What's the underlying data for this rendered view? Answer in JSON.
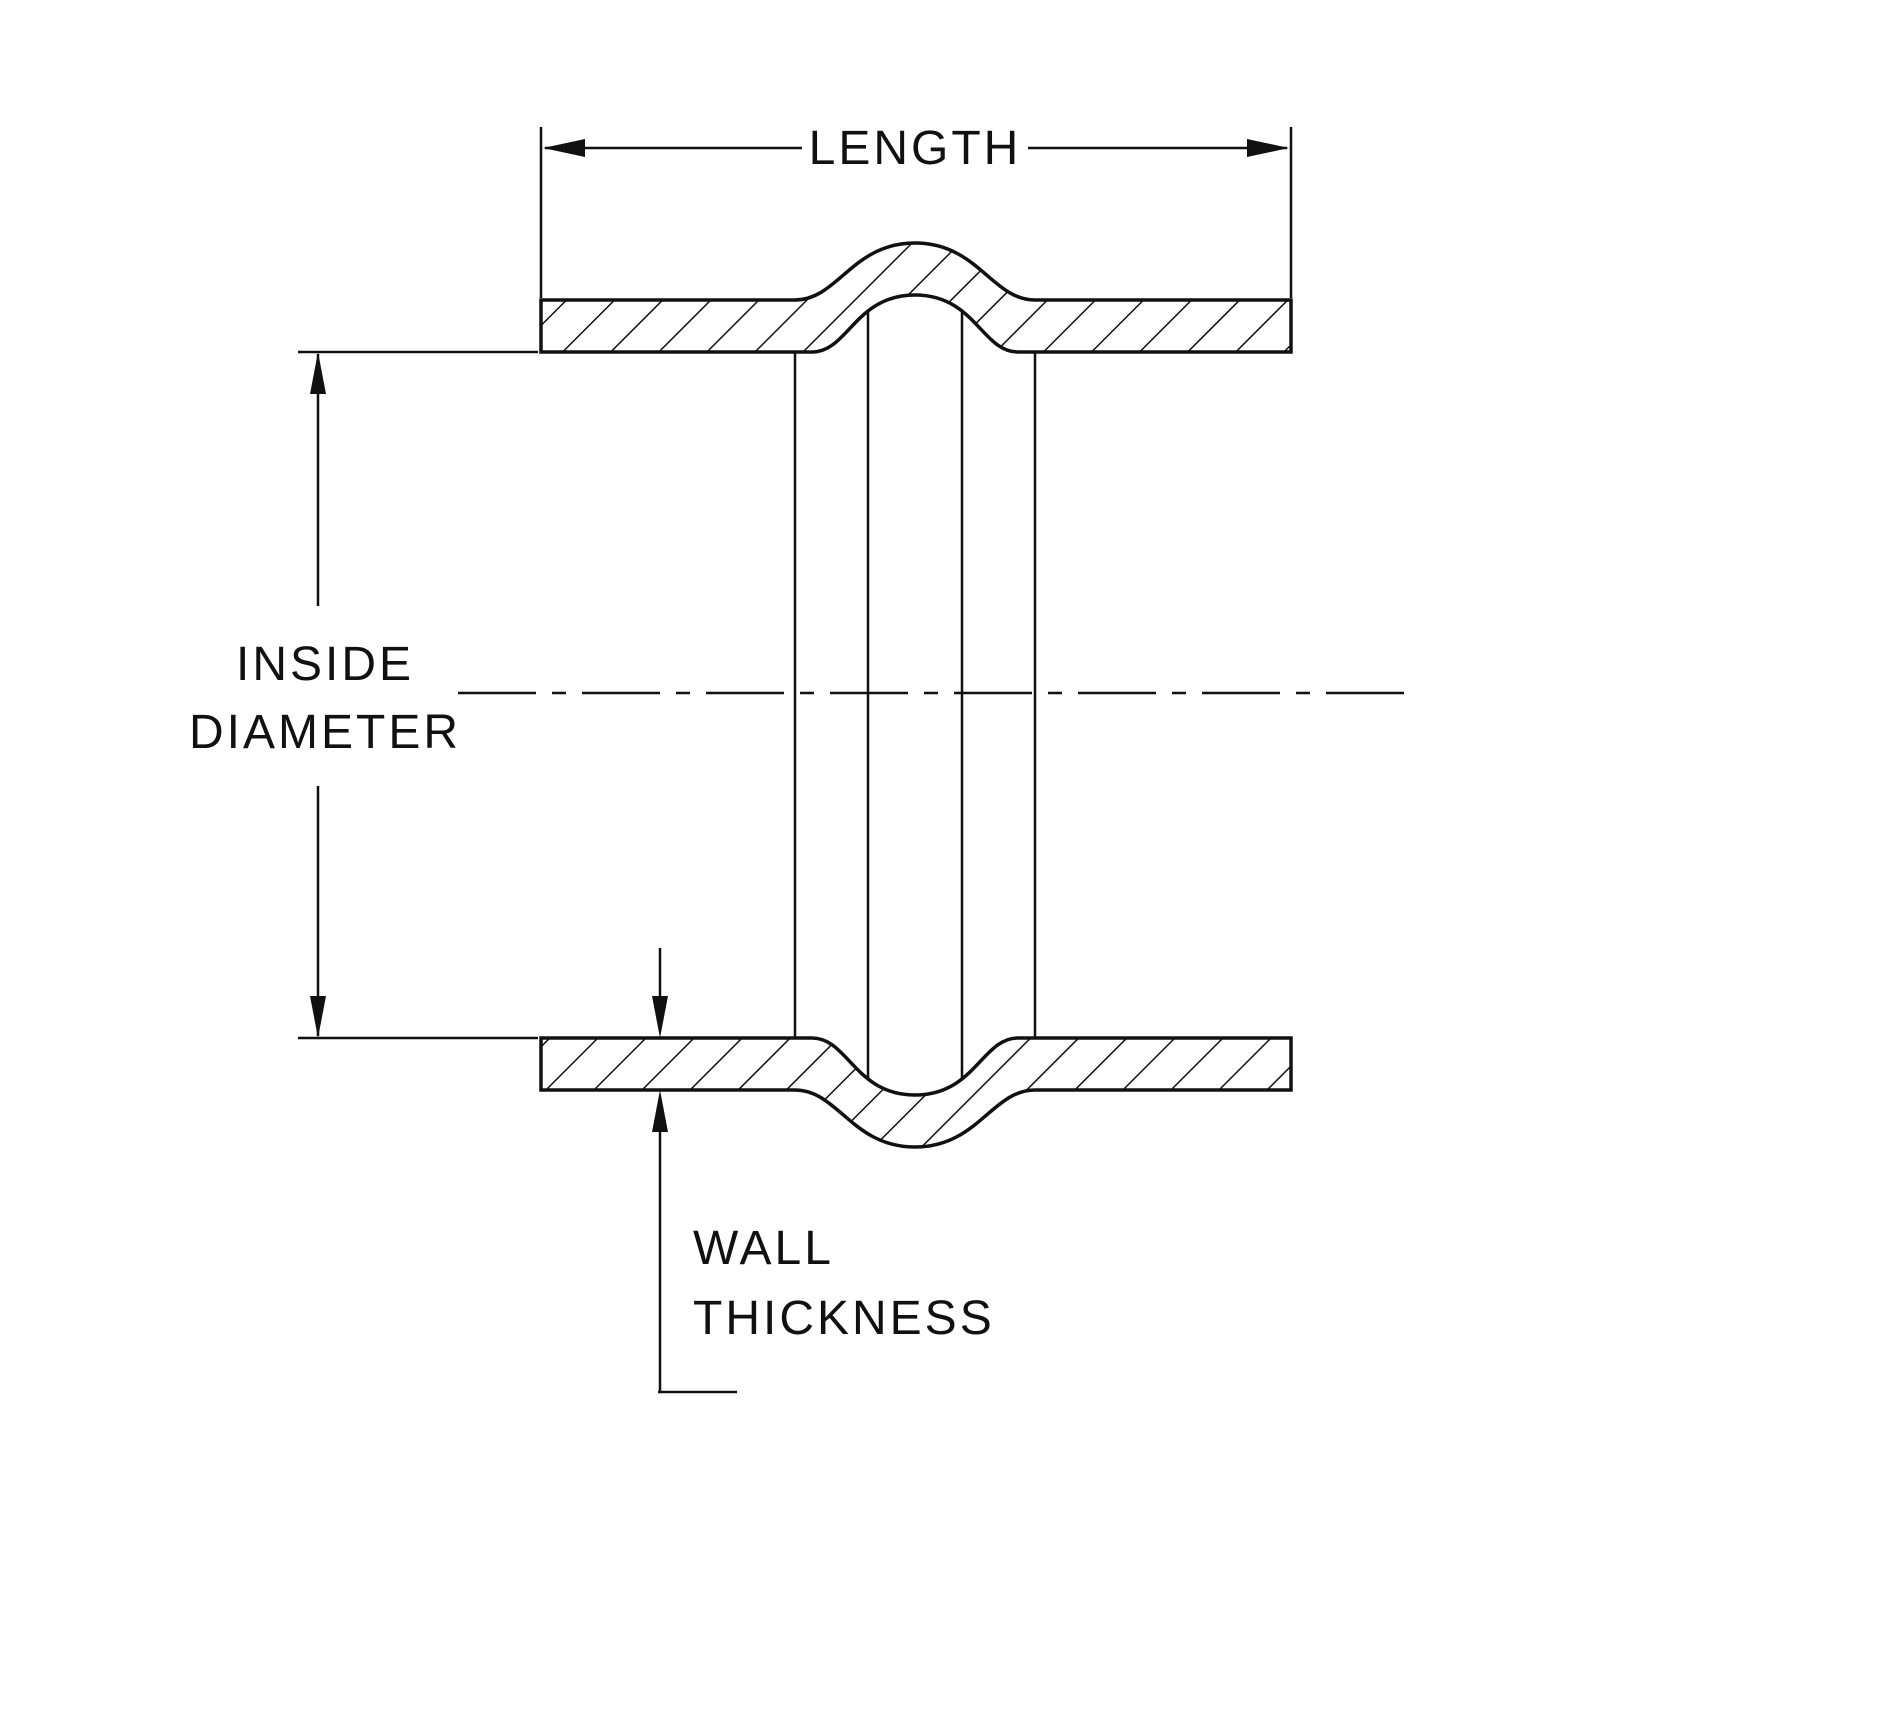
{
  "labels": {
    "length": "LENGTH",
    "inside_diameter": {
      "line1": "INSIDE",
      "line2": "DIAMETER"
    },
    "wall_thickness": {
      "line1": "WALL",
      "line2": "THICKNESS"
    }
  },
  "colors": {
    "line": "#111111",
    "background": "#ffffff"
  }
}
